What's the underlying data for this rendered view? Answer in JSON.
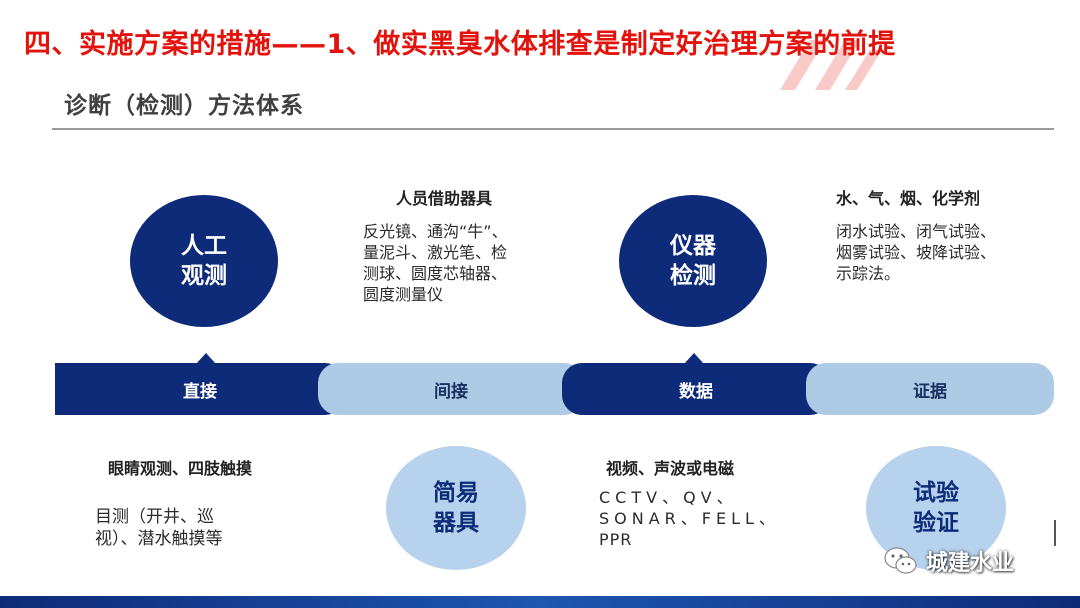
{
  "header": {
    "title": "四、实施方案的措施——1、做实黑臭水体排查是制定好治理方案的前提",
    "subtitle": "诊断（检测）方法体系"
  },
  "top": {
    "circle_manual": [
      "人工",
      "观测"
    ],
    "assist": {
      "heading": "人员借助器具",
      "lines": [
        "反光镜、通沟“牛”、",
        "量泥斗、激光笔、检",
        "测球、圆度芯轴器、",
        "圆度测量仪"
      ]
    },
    "circle_instrument": [
      "仪器",
      "检测"
    ],
    "test": {
      "heading": "水、气、烟、化学剂",
      "lines": [
        "闭水试验、闭气试验、",
        "烟雾试验、坡降试验、",
        "示踪法。"
      ]
    }
  },
  "bands": [
    "直接",
    "间接",
    "数据",
    "证据"
  ],
  "bottom": {
    "direct": {
      "heading": "眼睛观测、四肢触摸",
      "lines": [
        "目测（开井、巡",
        "视）、潜水触摸等"
      ]
    },
    "circle_simple": [
      "简易",
      "器具"
    ],
    "data": {
      "heading": "视频、声波或电磁",
      "lines": [
        "CCTV、QV、",
        "SONAR、FELL、",
        "PPR"
      ]
    },
    "circle_verify": [
      "试验",
      "验证"
    ]
  },
  "watermark": {
    "account_name": "城建水业",
    "icon": "wechat-icon"
  },
  "colors": {
    "title_red": "#e3120b",
    "dark_blue": "#0d2b78",
    "light_blue": "#b7d2ec"
  }
}
